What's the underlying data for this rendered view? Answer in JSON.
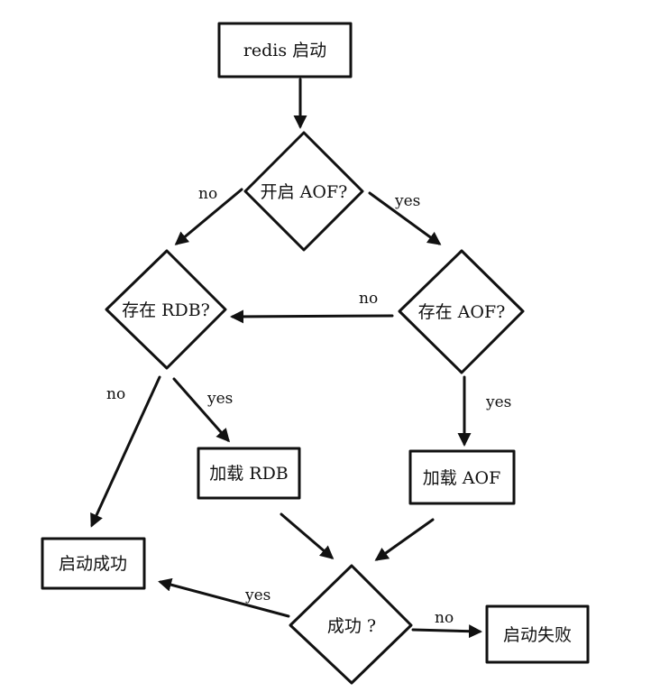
{
  "nodes": {
    "start": "redis 启动",
    "aof_enabled": "开启 AOF?",
    "rdb_exists": "存在 RDB?",
    "aof_exists": "存在 AOF?",
    "load_rdb": "加载 RDB",
    "load_aof": "加载 AOF",
    "start_success": "启动成功",
    "success_check": "成功 ?",
    "start_fail": "启动失败"
  },
  "edges": {
    "aof_enabled_no": "no",
    "aof_enabled_yes": "yes",
    "aof_exists_no": "no",
    "aof_exists_yes": "yes",
    "rdb_exists_yes": "yes",
    "rdb_exists_no": "no",
    "success_yes": "yes",
    "success_no": "no"
  }
}
